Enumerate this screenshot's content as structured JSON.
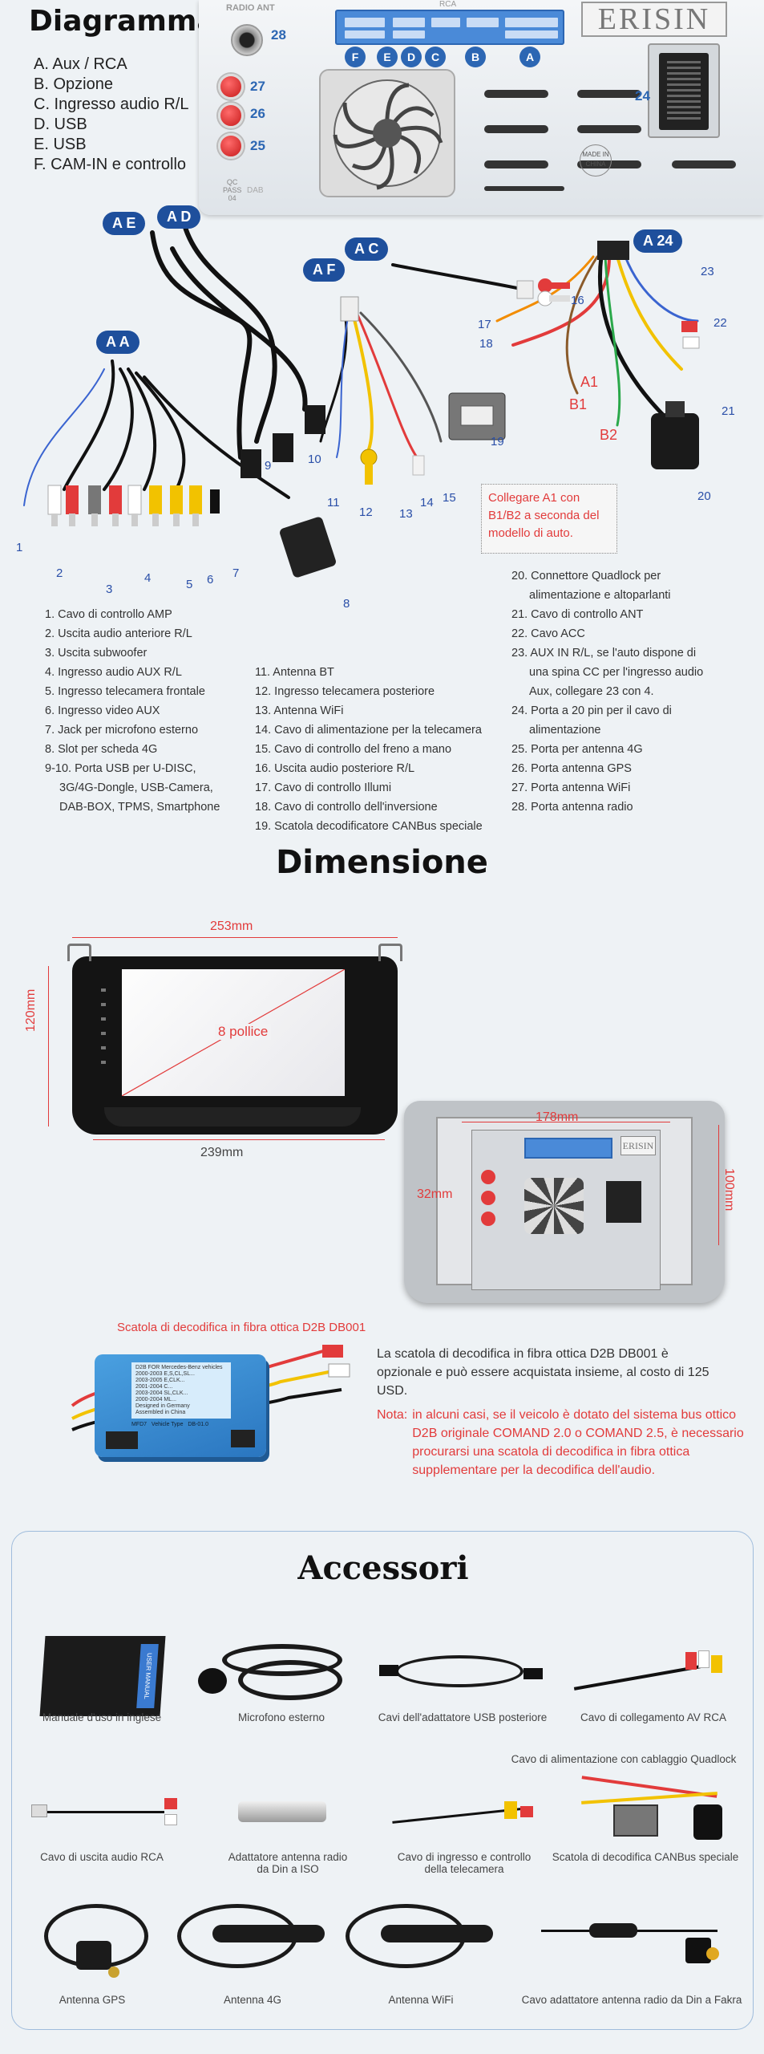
{
  "diagram": {
    "title": "Diagramma",
    "legend": [
      "A. Aux / RCA",
      "B. Opzione",
      "C. Ingresso audio R/L",
      "D. USB",
      "E. USB",
      "F. CAM-IN e controllo"
    ],
    "panel": {
      "brand": "ERISIN",
      "radio_ant": "RADIO ANT",
      "rca": "RCA",
      "dab": "DAB",
      "qc": "QC\nPASS\n04",
      "made_in_china": "MADE IN\nCHINA",
      "port_letters": [
        "F",
        "E",
        "D",
        "C",
        "B",
        "A"
      ],
      "port_numbers": [
        "28",
        "27",
        "26",
        "25",
        "24"
      ]
    },
    "harness_tags": [
      "A E",
      "A D",
      "A C",
      "A F",
      "A A",
      "A 24"
    ],
    "harness_numbers": [
      "1",
      "2",
      "3",
      "4",
      "5",
      "6",
      "7",
      "8",
      "9",
      "10",
      "11",
      "12",
      "13",
      "14",
      "15",
      "16",
      "17",
      "18",
      "19",
      "20",
      "21",
      "22",
      "23"
    ],
    "harness_red_labels": [
      "A1",
      "B1",
      "B2"
    ],
    "note": "Collegare A1 con B1/B2 a seconda del modello di auto.",
    "list_col1": [
      "1. Cavo di controllo AMP",
      "2. Uscita audio anteriore R/L",
      "3. Uscita subwoofer",
      "4. Ingresso audio AUX R/L",
      "5. Ingresso telecamera frontale",
      "6. Ingresso video AUX",
      "7. Jack per microfono esterno",
      "8. Slot per scheda 4G",
      "9-10. Porta USB per U-DISC,",
      "3G/4G-Dongle, USB-Camera,",
      "DAB-BOX, TPMS, Smartphone"
    ],
    "list_col2": [
      "11. Antenna BT",
      "12. Ingresso telecamera posteriore",
      "13. Antenna WiFi",
      "14. Cavo di alimentazione per la telecamera",
      "15. Cavo di controllo del freno a mano",
      "16. Uscita audio posteriore R/L",
      "17. Cavo di controllo Illumi",
      "18. Cavo di controllo dell'inversione",
      "19. Scatola decodificatore CANBus speciale"
    ],
    "list_col3": [
      "20. Connettore Quadlock per",
      "alimentazione e altoparlanti",
      "21. Cavo di controllo ANT",
      "22. Cavo ACC",
      "23. AUX IN R/L, se l'auto dispone di",
      "una spina CC per l'ingresso audio",
      "Aux, collegare 23 con 4.",
      "24. Porta a 20 pin per il cavo di",
      "alimentazione",
      "25. Porta per antenna 4G",
      "26. Porta antenna GPS",
      "27. Porta antenna WiFi",
      "28. Porta antenna radio"
    ]
  },
  "dimension": {
    "title": "Dimensione",
    "width_top": "253mm",
    "height_left": "120mm",
    "screen": "8 pollice",
    "width_bottom": "239mm",
    "back_width": "178mm",
    "back_depth": "32mm",
    "back_height": "100mm"
  },
  "decoder": {
    "caption": "Scatola di decodifica in fibra ottica D2B DB001",
    "label_lines": [
      "D2B FOR Mercedes-Benz vehicles",
      "2000-2003 E,S,CL,SL...",
      "2003-2005 E,CLK...",
      "2001-2004 C...",
      "2003-2004 SL,CLK...",
      "2000-2004 ML...",
      "Designed in Germany",
      "Assembled in China",
      "MFD7",
      "Vehicle Type",
      "DB-01.0"
    ],
    "text": "La scatola di decodifica in fibra ottica D2B DB001 è opzionale e può essere acquistata insieme, al costo di 125 USD.",
    "note_label": "Nota:",
    "note": "in alcuni casi, se il veicolo è dotato del sistema bus ottico D2B originale COMAND 2.0 o COMAND 2.5, è necessario procurarsi una scatola di decodifica in fibra ottica supplementare per la decodifica dell'audio."
  },
  "accessories": {
    "title": "Accessori",
    "manual_cover": "USER MANUAL",
    "items_row1": [
      "Manuale d'uso in inglese",
      "Microfono esterno",
      "Cavi dell'adattatore USB posteriore",
      "Cavo di collegamento AV RCA"
    ],
    "extra_label": "Cavo di alimentazione con cablaggio Quadlock",
    "items_row2": [
      "Cavo di uscita audio RCA",
      "Adattatore antenna radio\nda Din a ISO",
      "Cavo di ingresso e controllo\ndella telecamera",
      "Scatola di decodifica CANBus speciale"
    ],
    "items_row3": [
      "Antenna GPS",
      "Antenna 4G",
      "Antenna WiFi",
      "Cavo adattatore antenna radio da Din a Fakra"
    ]
  }
}
